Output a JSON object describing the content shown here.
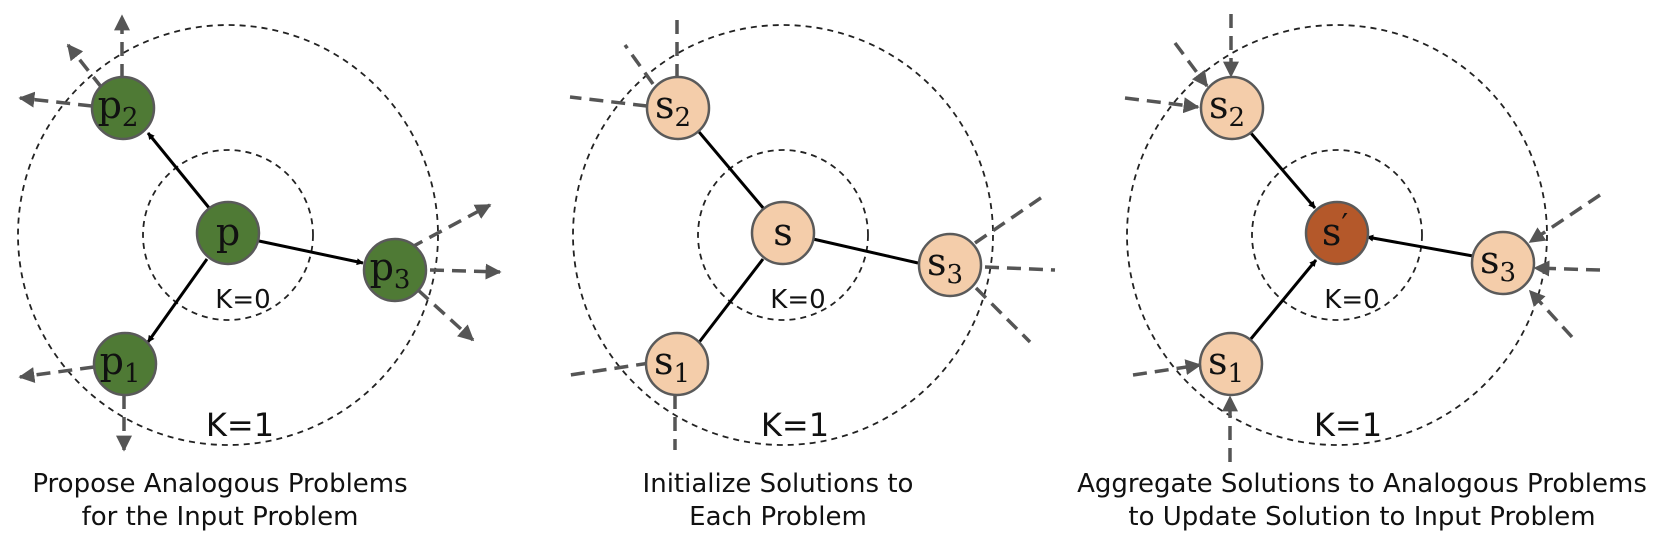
{
  "colors": {
    "problem_node": "#4f7a35",
    "solution_node": "#f4cdaa",
    "updated_solution_node": "#b4582a",
    "node_border": "#5a5a5a",
    "dashed_arrow": "#555555",
    "solid_arrow": "#000000"
  },
  "panels": [
    {
      "caption_line1": "Propose Analogous Problems",
      "caption_line2": "for the Input Problem",
      "k_inner": "K=0",
      "k_outer": "K=1",
      "center": {
        "base": "p",
        "sub": "",
        "prime": ""
      },
      "neighbors": [
        {
          "base": "p",
          "sub": "2"
        },
        {
          "base": "p",
          "sub": "3"
        },
        {
          "base": "p",
          "sub": "1"
        }
      ]
    },
    {
      "caption_line1": "Initialize Solutions to",
      "caption_line2": "Each Problem",
      "k_inner": "K=0",
      "k_outer": "K=1",
      "center": {
        "base": "s",
        "sub": "",
        "prime": ""
      },
      "neighbors": [
        {
          "base": "s",
          "sub": "2"
        },
        {
          "base": "s",
          "sub": "3"
        },
        {
          "base": "s",
          "sub": "1"
        }
      ]
    },
    {
      "caption_line1": "Aggregate Solutions to Analogous Problems",
      "caption_line2": "to Update Solution to Input Problem",
      "k_inner": "K=0",
      "k_outer": "K=1",
      "center": {
        "base": "s",
        "sub": "",
        "prime": "′"
      },
      "neighbors": [
        {
          "base": "s",
          "sub": "2"
        },
        {
          "base": "s",
          "sub": "3"
        },
        {
          "base": "s",
          "sub": "1"
        }
      ]
    }
  ]
}
